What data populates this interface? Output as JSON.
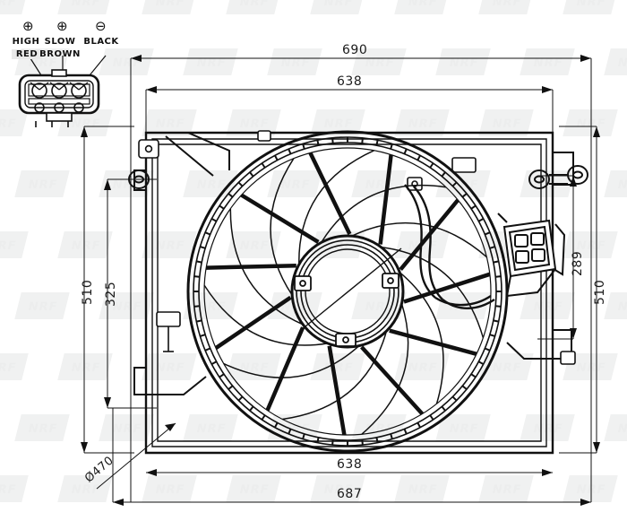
{
  "document": {
    "type": "technical-drawing",
    "subject": "radiator-cooling-fan-assembly",
    "background_color": "#ffffff",
    "line_color": "#111111",
    "watermark_color": "#ececed"
  },
  "watermark": {
    "text": "NRF",
    "repeat": true
  },
  "connector": {
    "title": "fan-motor-connector",
    "pins": [
      {
        "symbol": "⊕",
        "name": "HIGH",
        "wire_color": "RED",
        "highlight": true
      },
      {
        "symbol": "⊕",
        "name": "SLOW",
        "wire_color": "BROWN",
        "highlight": false
      },
      {
        "symbol": "⊖",
        "name": "BLACK",
        "wire_color": "",
        "highlight": false
      }
    ]
  },
  "dimensions": {
    "top_outer": {
      "value": "690",
      "axis": "horizontal"
    },
    "top_inner": {
      "value": "638",
      "axis": "horizontal"
    },
    "bottom_inner": {
      "value": "638",
      "axis": "horizontal"
    },
    "bottom_outer": {
      "value": "687",
      "axis": "horizontal"
    },
    "left_outer": {
      "value": "510",
      "axis": "vertical"
    },
    "left_inner": {
      "value": "325",
      "axis": "vertical"
    },
    "right_inner": {
      "value": "289",
      "axis": "vertical"
    },
    "right_outer": {
      "value": "510",
      "axis": "vertical"
    },
    "fan_diameter": {
      "value": "Ø470",
      "axis": "diagonal"
    }
  }
}
